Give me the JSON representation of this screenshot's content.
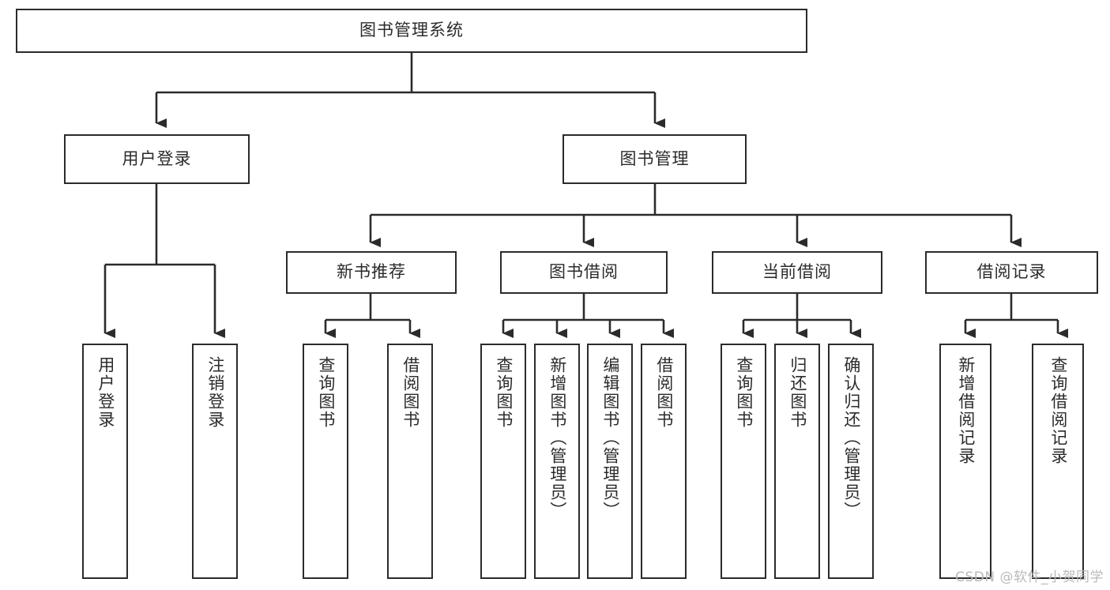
{
  "diagram": {
    "title": "图书管理系统",
    "type": "tree-hierarchy-diagram",
    "watermark": "CSDN @软件_小贺同学",
    "colors": {
      "border": "#2b2b2b",
      "background": "#ffffff",
      "text": "#2b2b2b",
      "watermark": "#b9b9b9"
    },
    "root": {
      "label": "图书管理系统"
    },
    "level1": [
      {
        "label": "用户登录"
      },
      {
        "label": "图书管理"
      }
    ],
    "level2": [
      {
        "label": "新书推荐"
      },
      {
        "label": "图书借阅"
      },
      {
        "label": "当前借阅"
      },
      {
        "label": "借阅记录"
      }
    ],
    "leaves": {
      "user_login": [
        {
          "label": "用户登录"
        },
        {
          "label": "注销登录"
        }
      ],
      "new_book_recommend": [
        {
          "label": "查询图书"
        },
        {
          "label": "借阅图书"
        }
      ],
      "book_borrow": [
        {
          "label": "查询图书"
        },
        {
          "label": "新增图书（管理员）"
        },
        {
          "label": "编辑图书（管理员）"
        },
        {
          "label": "借阅图书"
        }
      ],
      "current_borrow": [
        {
          "label": "查询图书"
        },
        {
          "label": "归还图书"
        },
        {
          "label": "确认归还（管理员）"
        }
      ],
      "borrow_record": [
        {
          "label": "新增借阅记录"
        },
        {
          "label": "查询借阅记录"
        }
      ]
    }
  }
}
